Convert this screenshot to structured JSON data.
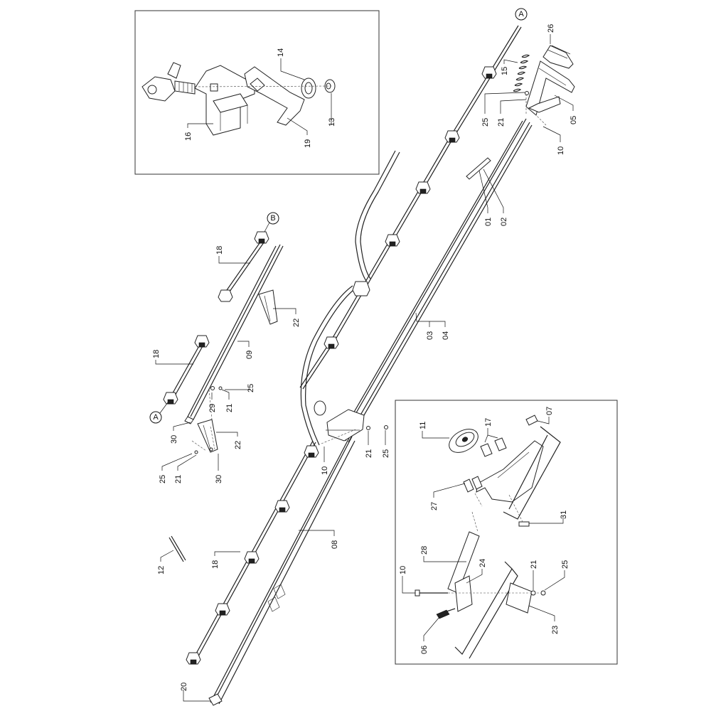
{
  "labels": {
    "p01": "01",
    "p02": "02",
    "p03": "03",
    "p04": "04",
    "p05": "05",
    "p06": "06",
    "p07": "07",
    "p08": "08",
    "p09": "09",
    "p10": "10",
    "p11": "11",
    "p12": "12",
    "p13": "13",
    "p14": "14",
    "p15": "15",
    "p16": "16",
    "p17": "17",
    "p18": "18",
    "p19": "19",
    "p20": "20",
    "p21": "21",
    "p22": "22",
    "p23": "23",
    "p24": "24",
    "p25": "25",
    "p26": "26",
    "p27": "27",
    "p28": "28",
    "p29": "29",
    "p30": "30",
    "p31": "31"
  },
  "markers": {
    "a": "A",
    "b": "B"
  }
}
